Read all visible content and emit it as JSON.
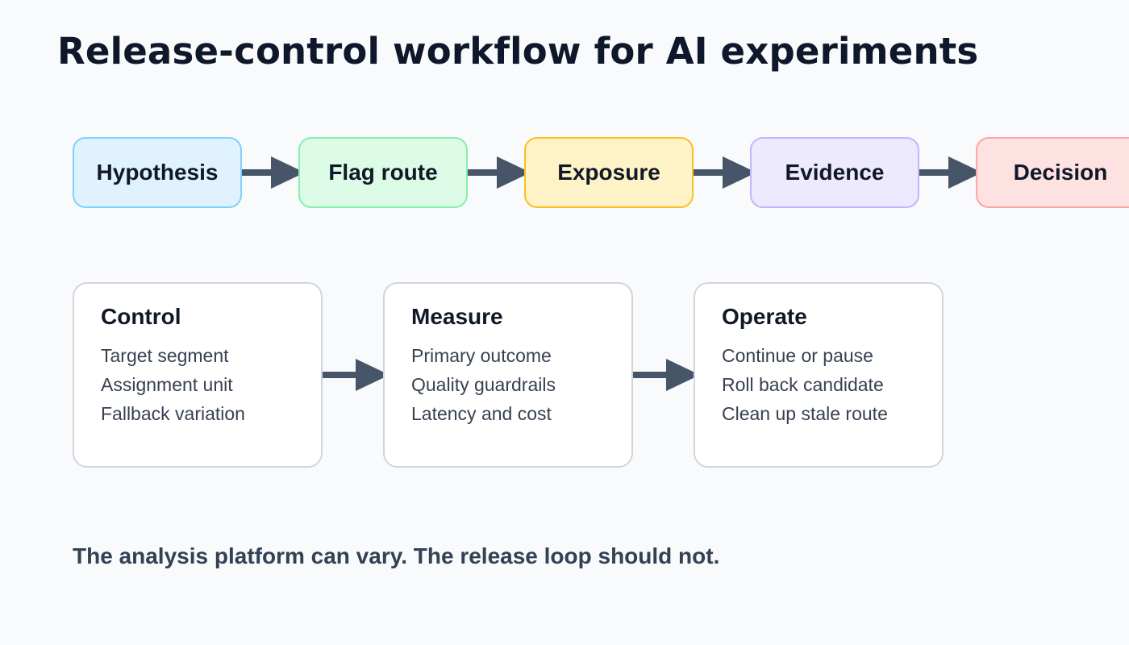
{
  "title": "Release-control workflow for AI experiments",
  "stages": [
    {
      "label": "Hypothesis"
    },
    {
      "label": "Flag route"
    },
    {
      "label": "Exposure"
    },
    {
      "label": "Evidence"
    },
    {
      "label": "Decision"
    }
  ],
  "cards": [
    {
      "title": "Control",
      "items": [
        "Target segment",
        "Assignment unit",
        "Fallback variation"
      ]
    },
    {
      "title": "Measure",
      "items": [
        "Primary outcome",
        "Quality guardrails",
        "Latency and cost"
      ]
    },
    {
      "title": "Operate",
      "items": [
        "Continue or pause",
        "Roll back candidate",
        "Clean up stale route"
      ]
    }
  ],
  "footer_note": "The analysis platform can vary. The release loop should not.",
  "colors": {
    "connector": "#475569",
    "stage_fills": [
      "#e0f2fe",
      "#dcfce7",
      "#fef3c7",
      "#ede9fe",
      "#fee2e2"
    ],
    "stage_borders": [
      "#7dd3fc",
      "#86efac",
      "#fbbf24",
      "#c4b5fd",
      "#fca5a5"
    ]
  }
}
